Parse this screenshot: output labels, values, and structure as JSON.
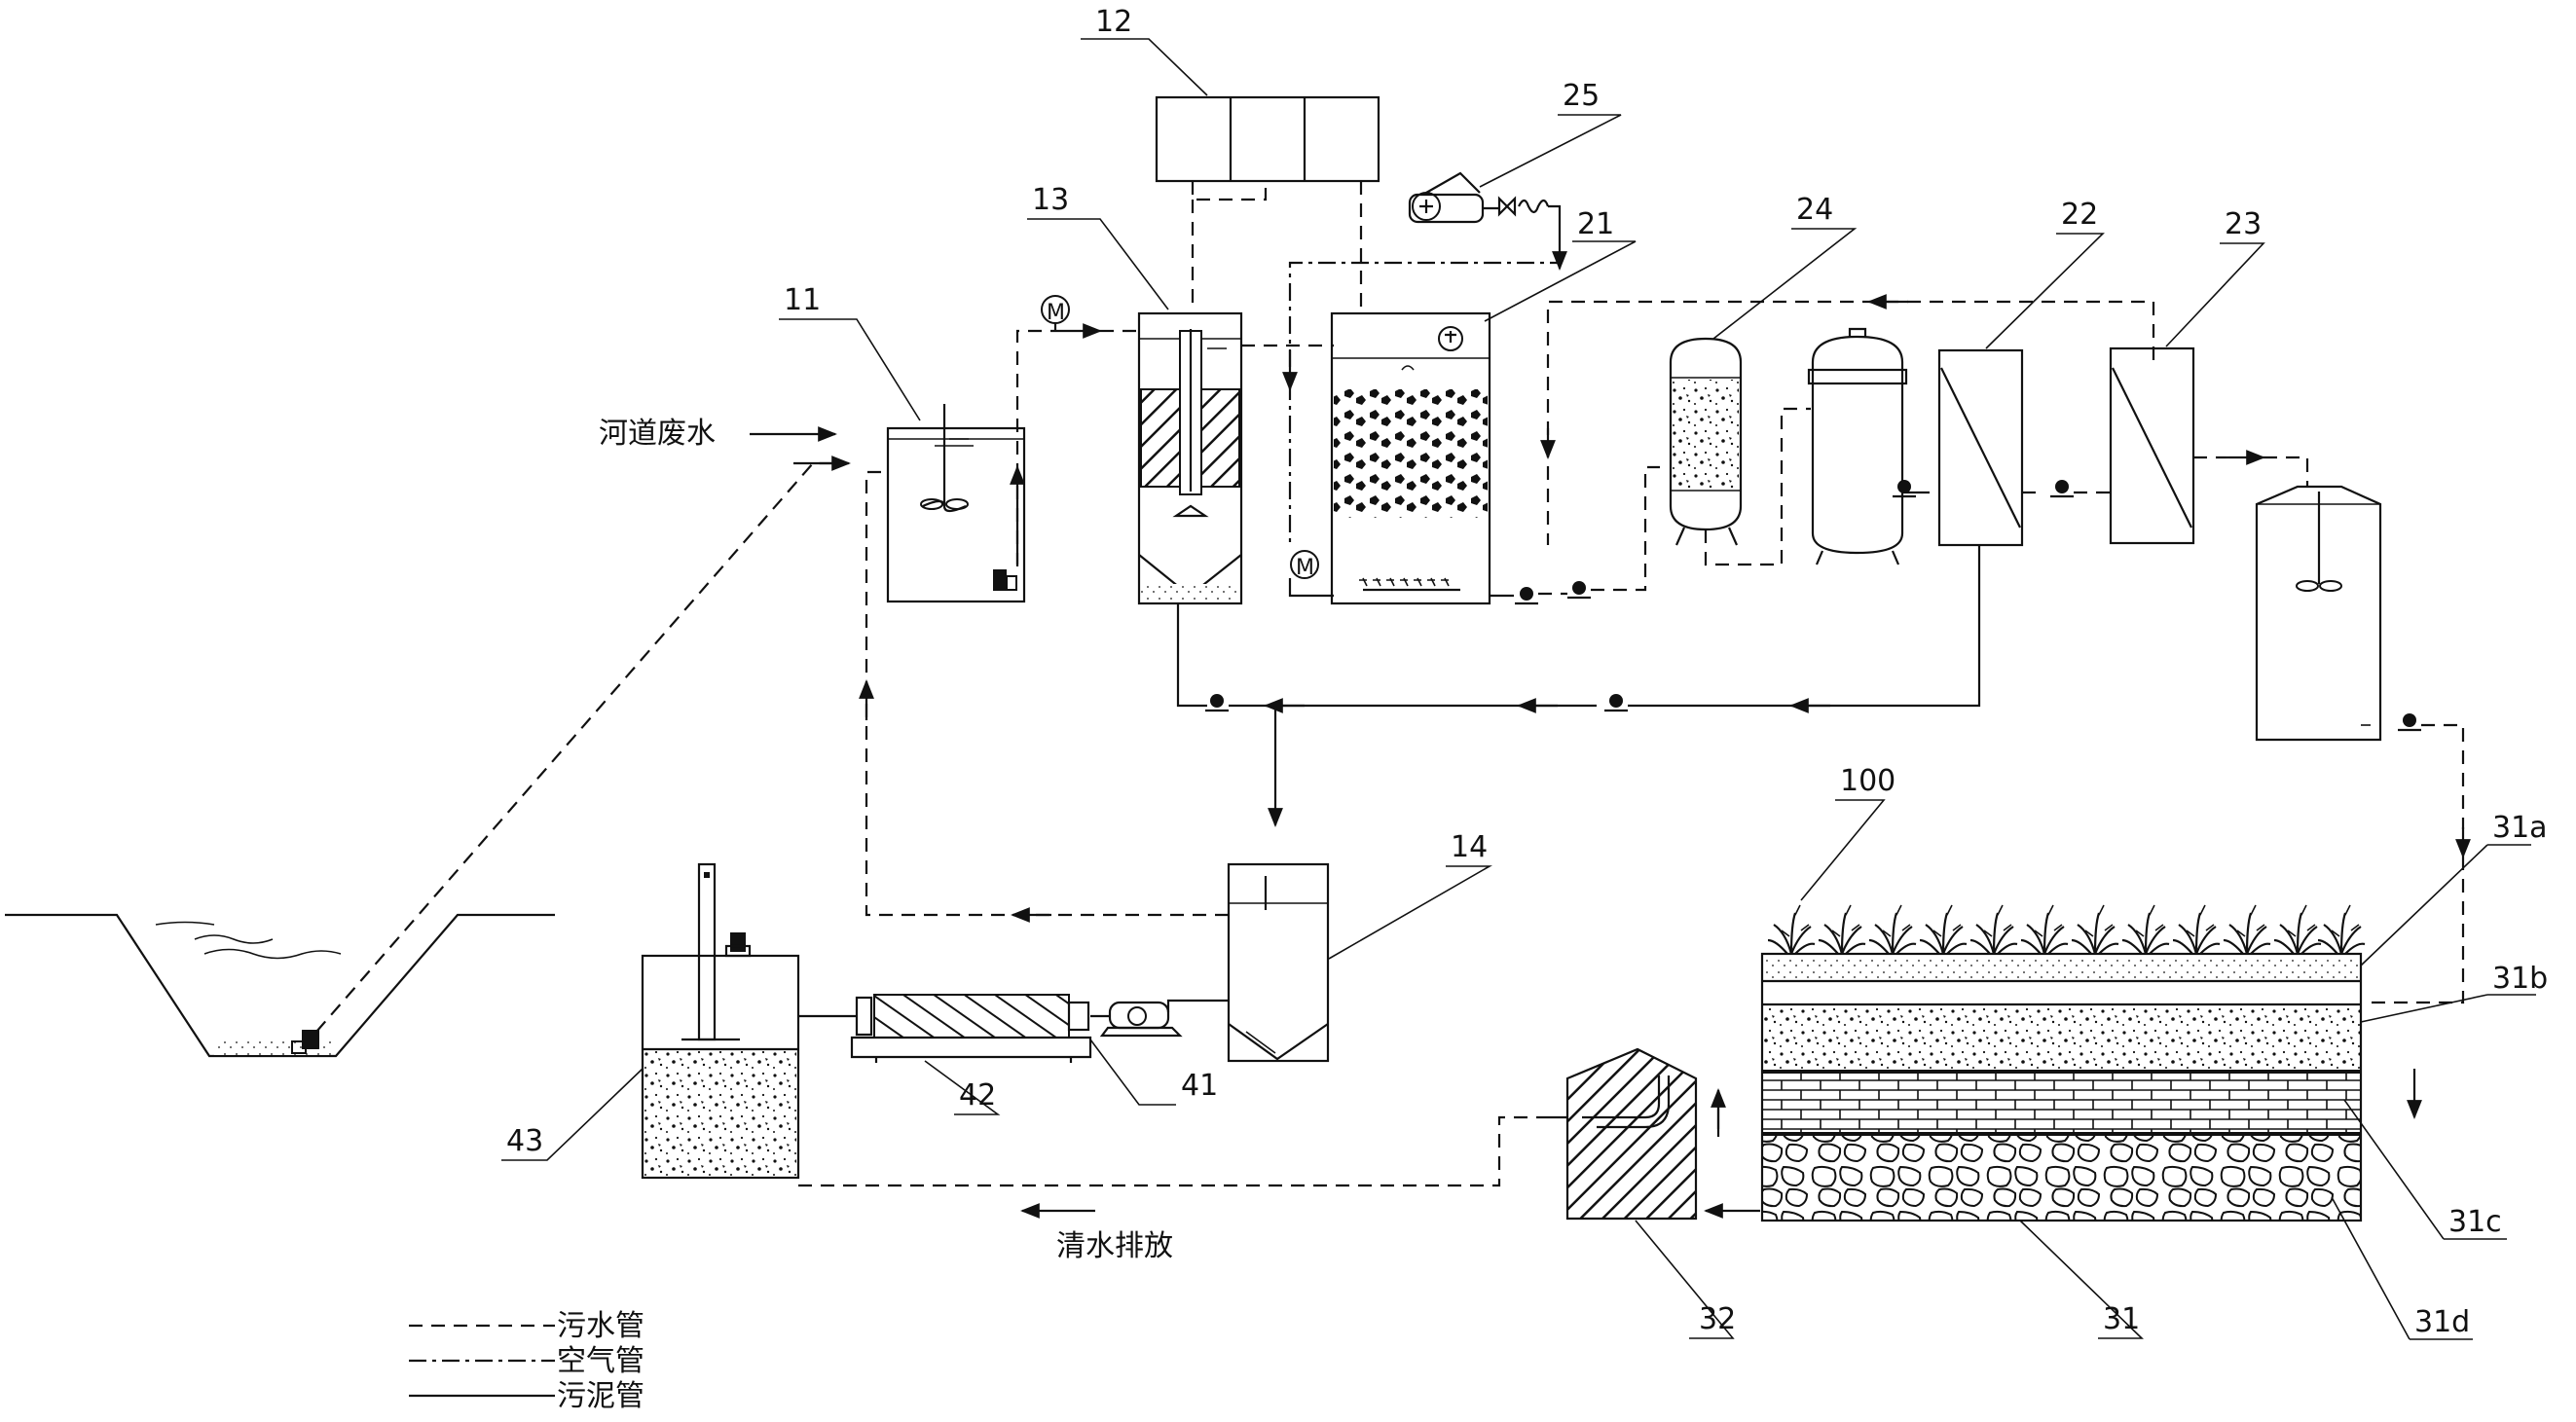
{
  "labels": {
    "l12": "12",
    "l13": "13",
    "l25": "25",
    "l21": "21",
    "l24": "24",
    "l22": "22",
    "l23": "23",
    "l11": "11",
    "l14": "14",
    "l100": "100",
    "l31a": "31a",
    "l31b": "31b",
    "l31c": "31c",
    "l31d": "31d",
    "l31": "31",
    "l32": "32",
    "l41": "41",
    "l42": "42",
    "l43": "43"
  },
  "text": {
    "inflow": "河道废水",
    "outflow": "清水排放"
  },
  "legend": {
    "sewage": "污水管",
    "air": "空气管",
    "sludge": "污泥管"
  },
  "marks": {
    "motor": "M"
  }
}
